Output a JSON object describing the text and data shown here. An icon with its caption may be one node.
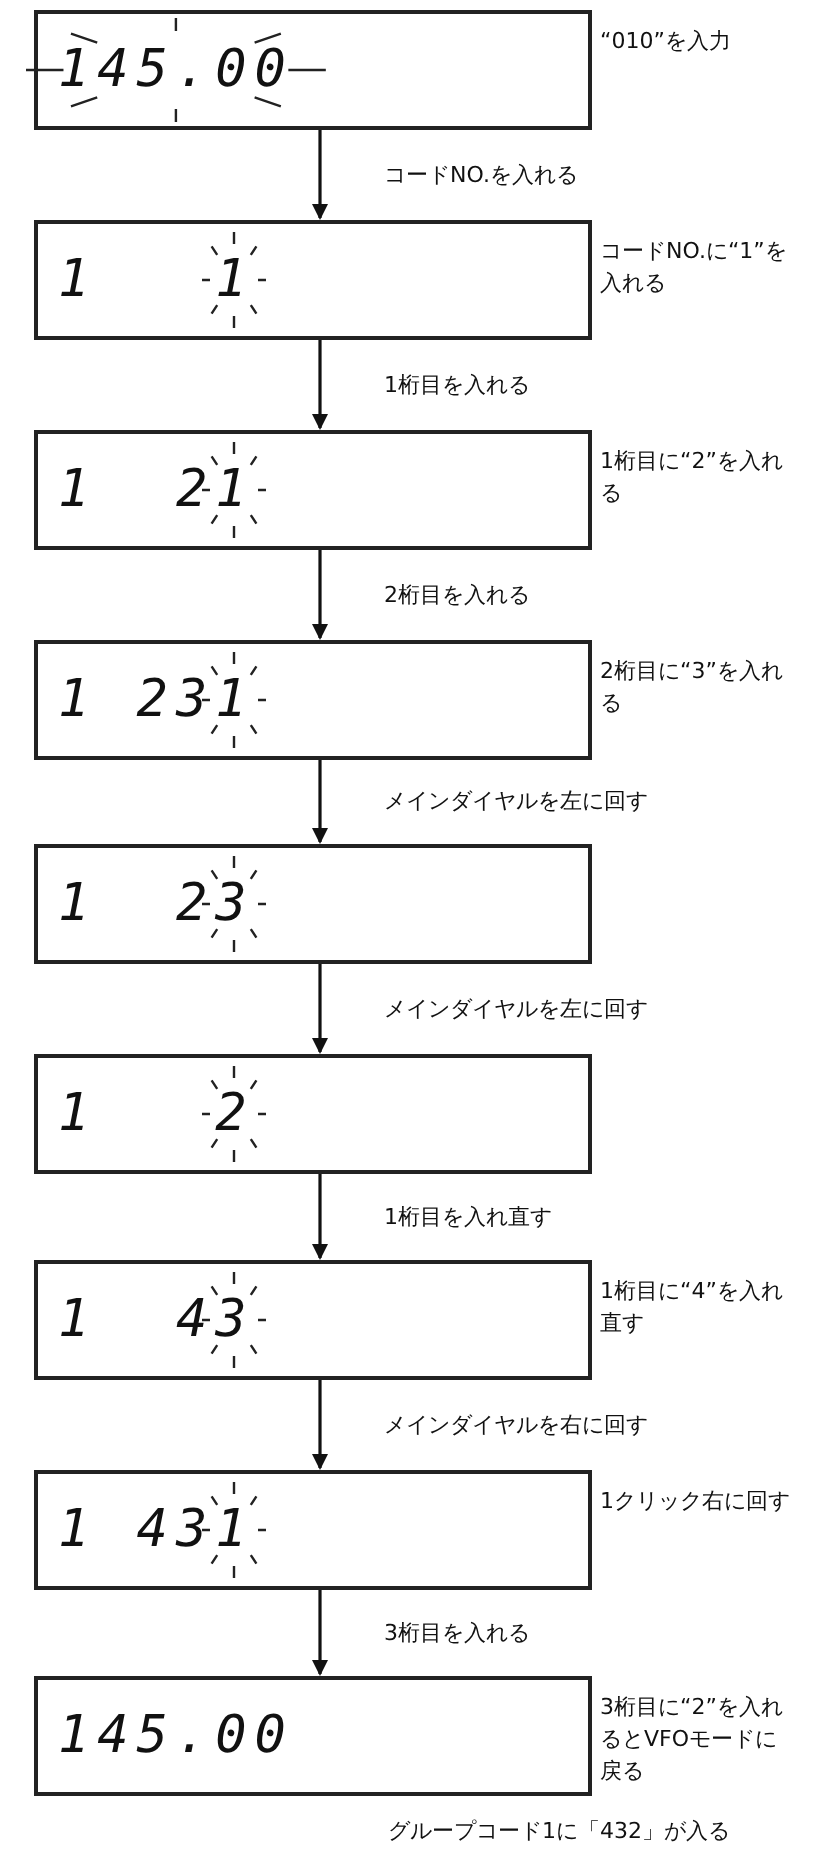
{
  "diagram": {
    "nodes": [
      {
        "text": [
          "145.00"
        ],
        "beside": [
          "“010”を入力"
        ]
      },
      {
        "text": [
          "1   1"
        ],
        "beside": [
          "コードNO.に“1”を入れる"
        ]
      },
      {
        "text": [
          "1  21"
        ],
        "beside": [
          "1桁目に“2”を入れる"
        ]
      },
      {
        "text": [
          "1 231"
        ],
        "beside": [
          "2桁目に“3”を入れる"
        ]
      },
      {
        "text": [
          "1  23"
        ]
      },
      {
        "text": [
          "1   2"
        ]
      },
      {
        "text": [
          "1  43"
        ],
        "beside": [
          "1桁目に“4”を入れ直す"
        ]
      },
      {
        "text": [
          "1 431"
        ],
        "beside": [
          "1クリック右に回す"
        ]
      },
      {
        "text": [
          "145.00"
        ],
        "beside": [
          "3桁目に“2”を入れるとVFOモードに戻る"
        ]
      }
    ],
    "edges": [
      {
        "from": 0,
        "to": 1,
        "arrow": "to",
        "label": "コードNO.を入れる"
      },
      {
        "from": 1,
        "to": 2,
        "arrow": "to",
        "label": "1桁目を入れる"
      },
      {
        "from": 2,
        "to": 3,
        "arrow": "to",
        "label": "2桁目を入れる"
      },
      {
        "from": 3,
        "to": 4,
        "arrow": "to",
        "label": "メインダイヤルを左に回す"
      },
      {
        "from": 4,
        "to": 5,
        "arrow": "to",
        "label": "メインダイヤルを左に回す"
      },
      {
        "from": 5,
        "to": 6,
        "arrow": "to",
        "label": "1桁目を入れ直す"
      },
      {
        "from": 6,
        "to": 7,
        "arrow": "to",
        "label": "メインダイヤルを右に回す"
      },
      {
        "from": 7,
        "to": 8,
        "arrow": "to",
        "label": "3桁目を入れる"
      }
    ],
    "labels": [
      "グループコード1に「432」が入る"
    ]
  }
}
